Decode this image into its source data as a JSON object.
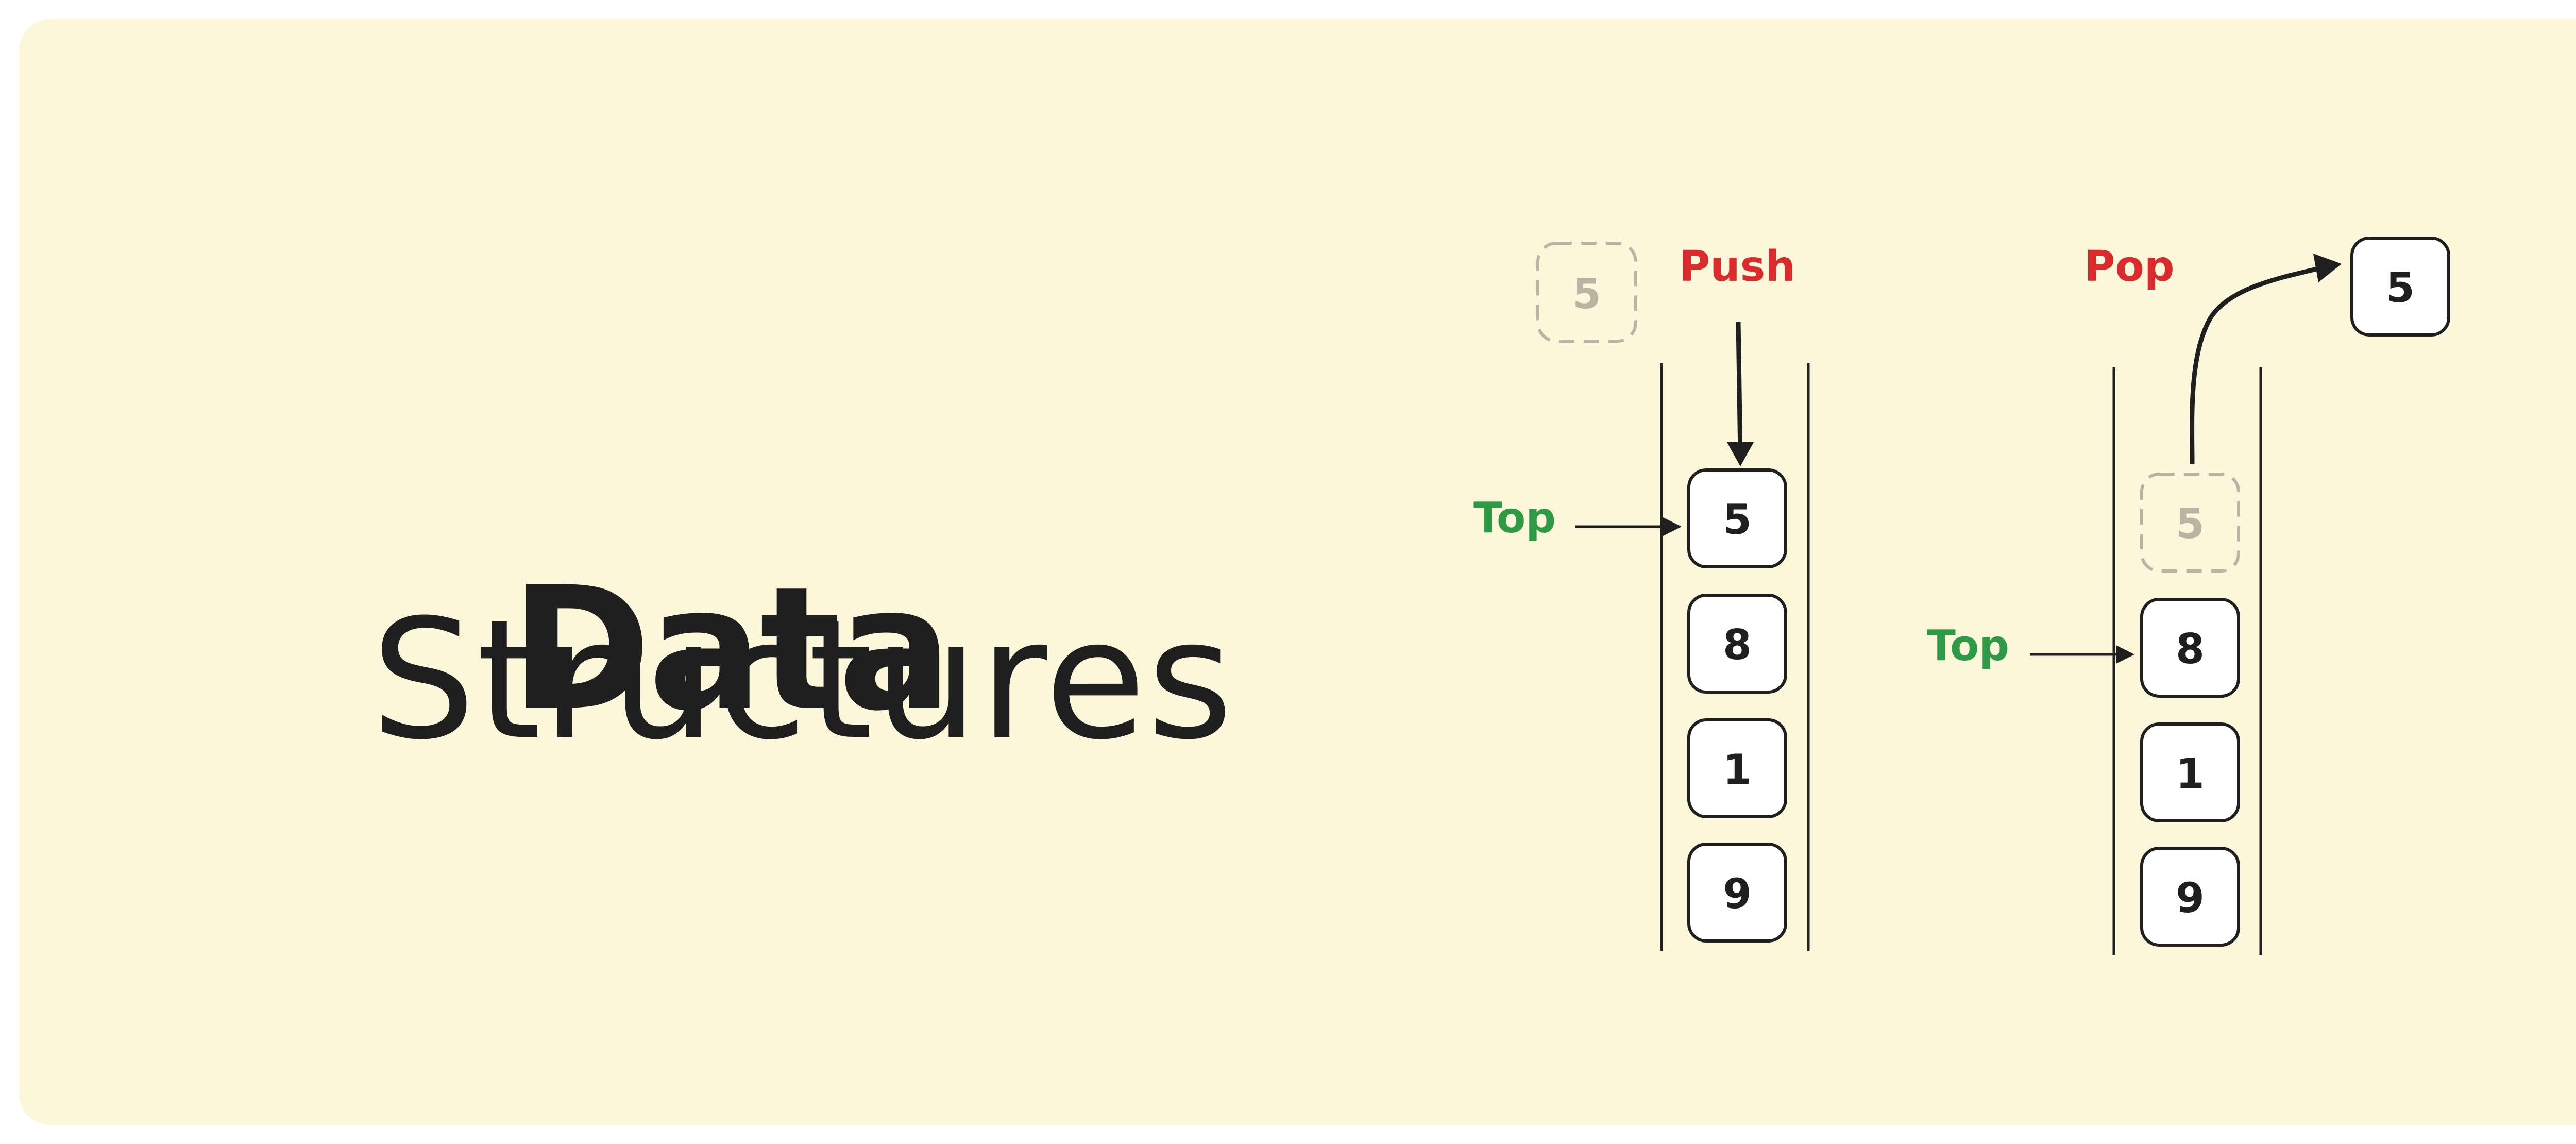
{
  "title": {
    "line1": "Data",
    "line2": "Structures"
  },
  "colors": {
    "background": "#fcf7da",
    "push_pop": "#d92b2b",
    "top": "#2e9a45",
    "ink": "#1f1f1f",
    "ghost": "#b9b4a4"
  },
  "push_stack": {
    "operation_label": "Push",
    "top_label": "Top",
    "incoming_value": "5",
    "items": [
      "5",
      "8",
      "1",
      "9"
    ]
  },
  "pop_stack": {
    "operation_label": "Pop",
    "top_label": "Top",
    "removed_value": "5",
    "ghost_value": "5",
    "items": [
      "8",
      "1",
      "9"
    ]
  }
}
